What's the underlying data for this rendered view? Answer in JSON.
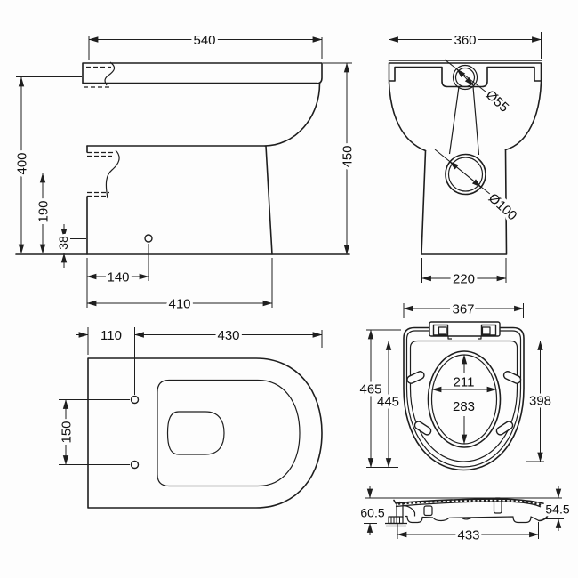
{
  "page": {
    "background": "#fdfdfd",
    "line_color": "#1e1e1e",
    "text_color": "#101010",
    "description": "Back-to-wall toilet pan and seat technical dimension drawing"
  },
  "views": {
    "side": {
      "name": "pan side elevation",
      "dims": {
        "overall_width": "540",
        "overall_height": "450",
        "rim_height": "400",
        "inlet_height": "190",
        "fixing_hole_height": "38",
        "fixing_hole_offset": "140",
        "base_depth": "410"
      }
    },
    "back": {
      "name": "pan back elevation",
      "dims": {
        "overall_width": "360",
        "inlet_diameter": "Ø55",
        "outlet_diameter": "Ø100",
        "base_width": "220"
      }
    },
    "plan": {
      "name": "pan plan view",
      "dims": {
        "fixing_offset": "110",
        "bowl_depth": "430",
        "fixing_centres": "150"
      }
    },
    "seat_plan": {
      "name": "seat plan view",
      "dims": {
        "overall_width": "367",
        "overall_length": "465",
        "seat_length": "445",
        "opening_width": "211",
        "opening_length": "283",
        "inner_length": "398"
      }
    },
    "seat_side": {
      "name": "seat side profile",
      "dims": {
        "hinge_height": "60.5",
        "front_height": "54.5",
        "seat_length": "433"
      }
    }
  }
}
